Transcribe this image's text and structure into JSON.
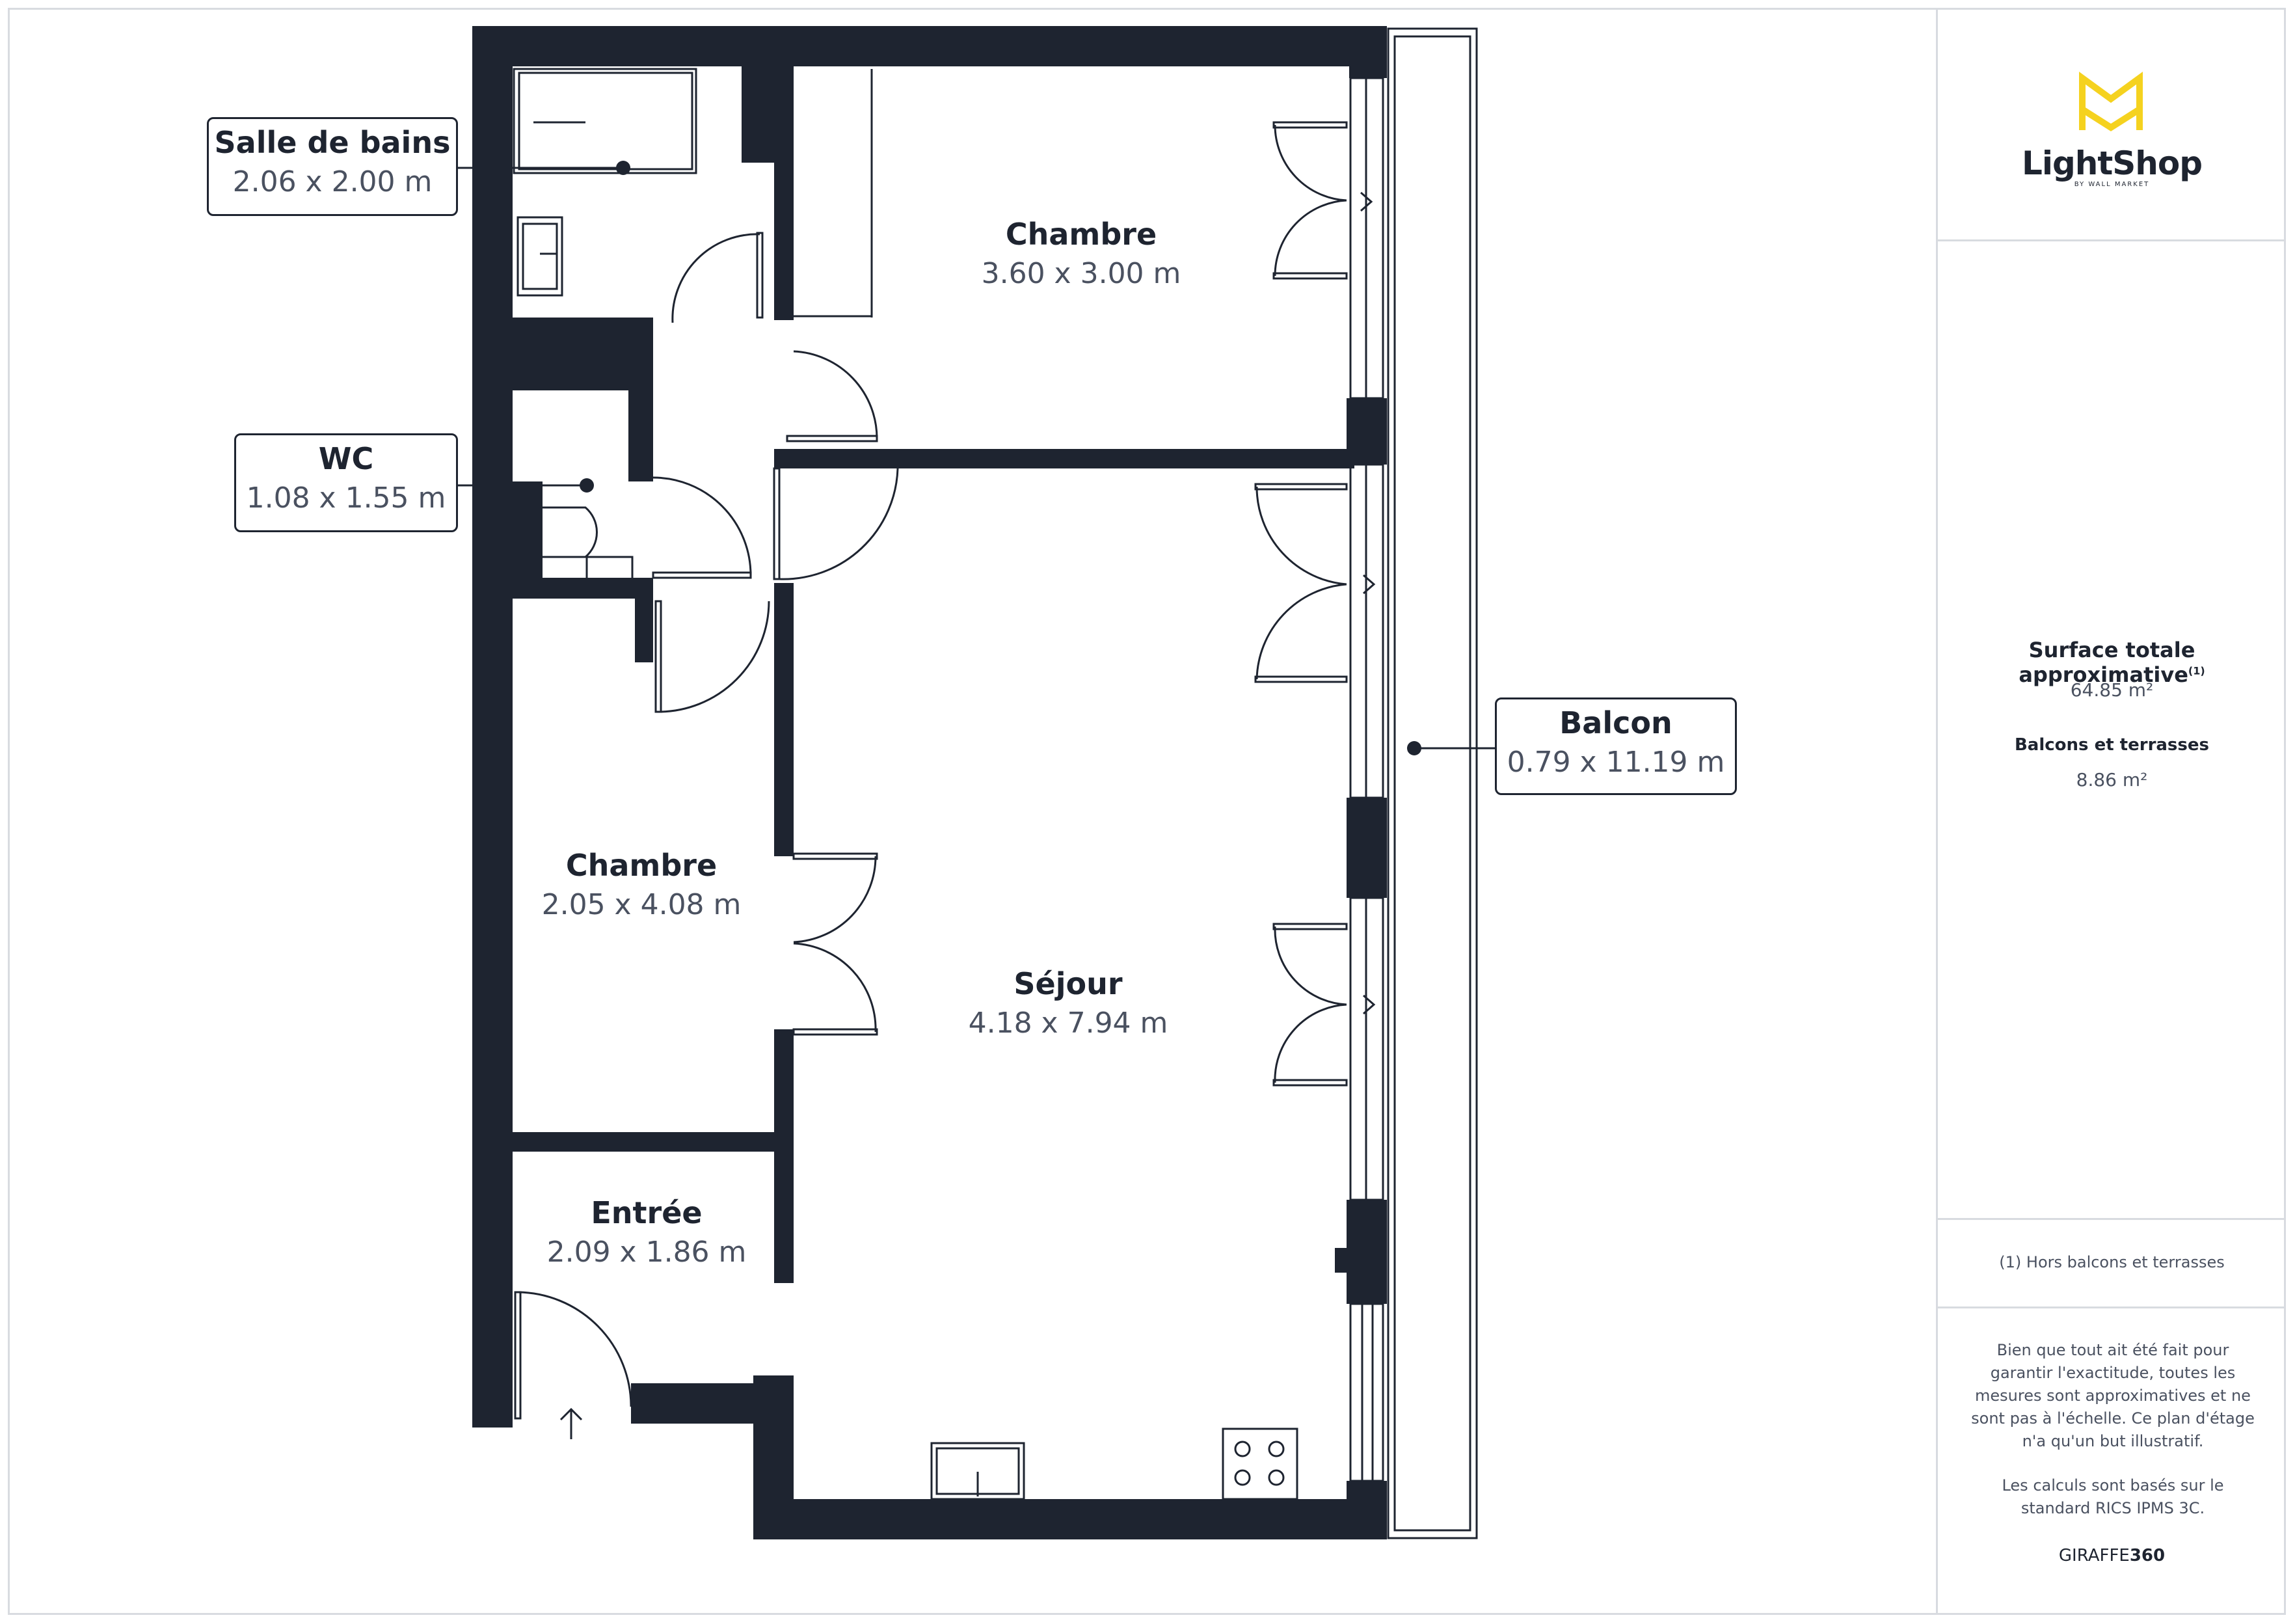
{
  "rooms": {
    "salle_de_bains": {
      "name": "Salle de bains",
      "dims": "2.06 x 2.00 m"
    },
    "wc": {
      "name": "WC",
      "dims": "1.08 x 1.55 m"
    },
    "chambre_1": {
      "name": "Chambre",
      "dims": "3.60 x 3.00 m"
    },
    "chambre_2": {
      "name": "Chambre",
      "dims": "2.05 x 4.08 m"
    },
    "sejour": {
      "name": "Séjour",
      "dims": "4.18 x 7.94 m"
    },
    "entree": {
      "name": "Entrée",
      "dims": "2.09 x 1.86 m"
    },
    "balcon": {
      "name": "Balcon",
      "dims": "0.79 x 11.19 m"
    }
  },
  "panel": {
    "brand": "LightShop",
    "brand_sub": "BY WALL MARKET",
    "surface_label": "Surface totale approximative",
    "surface_sup": "(1)",
    "surface_value": "64.85 m²",
    "balcons_label": "Balcons et terrasses",
    "balcons_value": "8.86 m²",
    "footnote": "(1) Hors balcons et terrasses",
    "disclaimer_1": "Bien que tout ait été fait pour garantir l'exactitude, toutes les mesures sont approximatives et ne sont pas à l'échelle. Ce plan d'étage n'a qu'un but illustratif.",
    "disclaimer_2": "Les calculs sont basés sur le standard RICS IPMS 3C.",
    "credit_a": "GIRAFFE",
    "credit_b": "360"
  },
  "colors": {
    "wall": "#1e2430",
    "accent": "#f5d21f",
    "border": "#d8dbe0"
  }
}
